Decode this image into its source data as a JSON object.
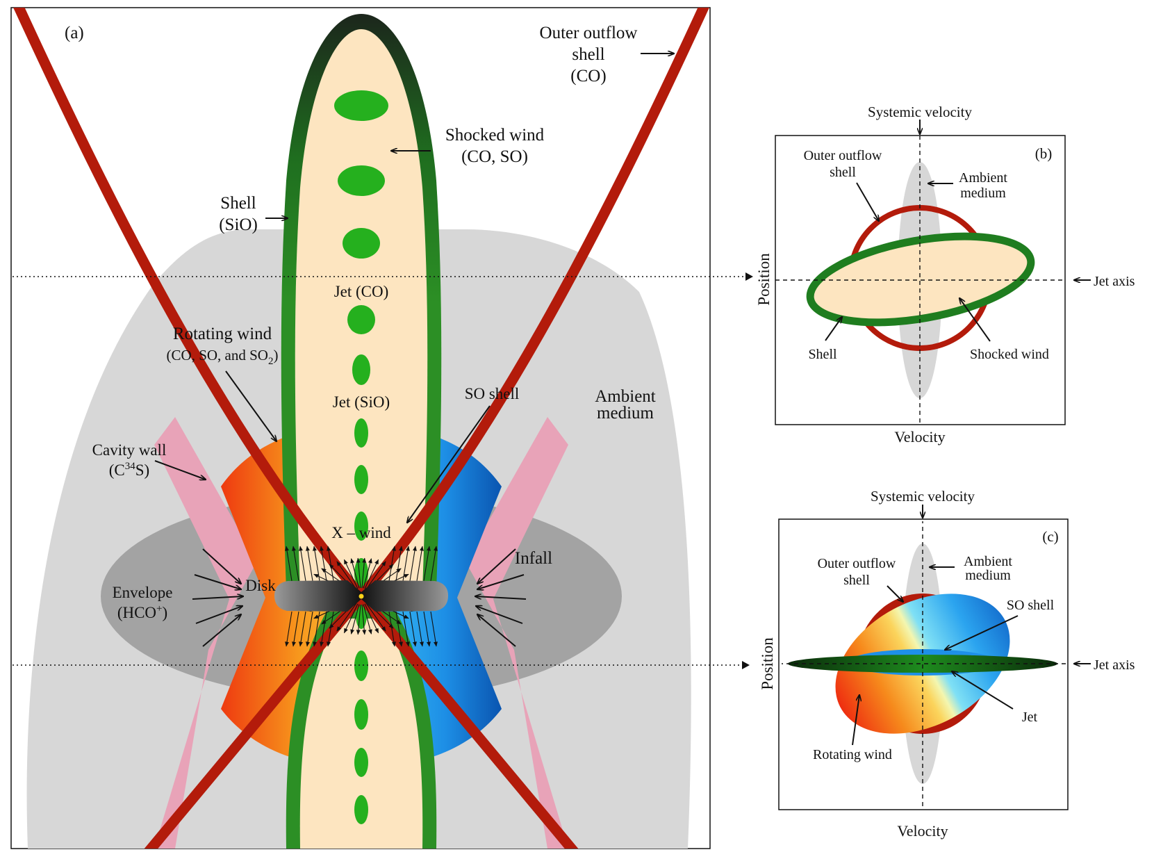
{
  "panel_a": {
    "tag": "(a)",
    "outer_outflow": [
      "Outer outflow",
      "shell",
      "(CO)"
    ],
    "shocked_wind": [
      "Shocked wind",
      "(CO, SO)"
    ],
    "shell": [
      "Shell",
      "(SiO)"
    ],
    "jet_co": "Jet (CO)",
    "rotating_wind": "Rotating wind",
    "rotating_wind_species": "(CO, SO, and SO",
    "rotating_wind_sub": "2",
    "rotating_wind_close": ")",
    "jet_sio": "Jet (SiO)",
    "so_shell": "SO shell",
    "ambient": [
      "Ambient",
      "medium"
    ],
    "cavity_wall": "Cavity wall",
    "cavity_species_pre": "(C",
    "cavity_species_sup": "34",
    "cavity_species_post": "S)",
    "x_wind": "X – wind",
    "infall": "Infall",
    "disk": "Disk",
    "envelope": "Envelope",
    "envelope_species_pre": "(HCO",
    "envelope_species_sup": "+",
    "envelope_species_post": ")"
  },
  "panel_b": {
    "tag": "(b)",
    "systemic": "Systemic velocity",
    "outer_outflow": [
      "Outer outflow",
      "shell"
    ],
    "ambient": [
      "Ambient",
      "medium"
    ],
    "position": "Position",
    "jet_axis": "Jet axis",
    "shell": "Shell",
    "shocked_wind": "Shocked wind",
    "velocity": "Velocity"
  },
  "panel_c": {
    "tag": "(c)",
    "systemic": "Systemic velocity",
    "outer_outflow": [
      "Outer outflow",
      "shell"
    ],
    "ambient": [
      "Ambient",
      "medium"
    ],
    "so_shell": "SO shell",
    "position": "Position",
    "jet_axis": "Jet axis",
    "jet": "Jet",
    "rotating_wind": "Rotating wind",
    "velocity": "Velocity"
  },
  "colors": {
    "outer_shell": "#b31b0b",
    "shell_dark": "#1a3d1a",
    "shell_green": "#2a8a22",
    "knot_green": "#25b01e",
    "shocked_fill": "#fde5c0",
    "so_blue": "#1e90e8",
    "rot_orange": "#f5801a",
    "cavity_pink": "#e8a3b8",
    "ambient_grey": "#d7d7d7",
    "envelope_grey": "#a3a3a3"
  }
}
